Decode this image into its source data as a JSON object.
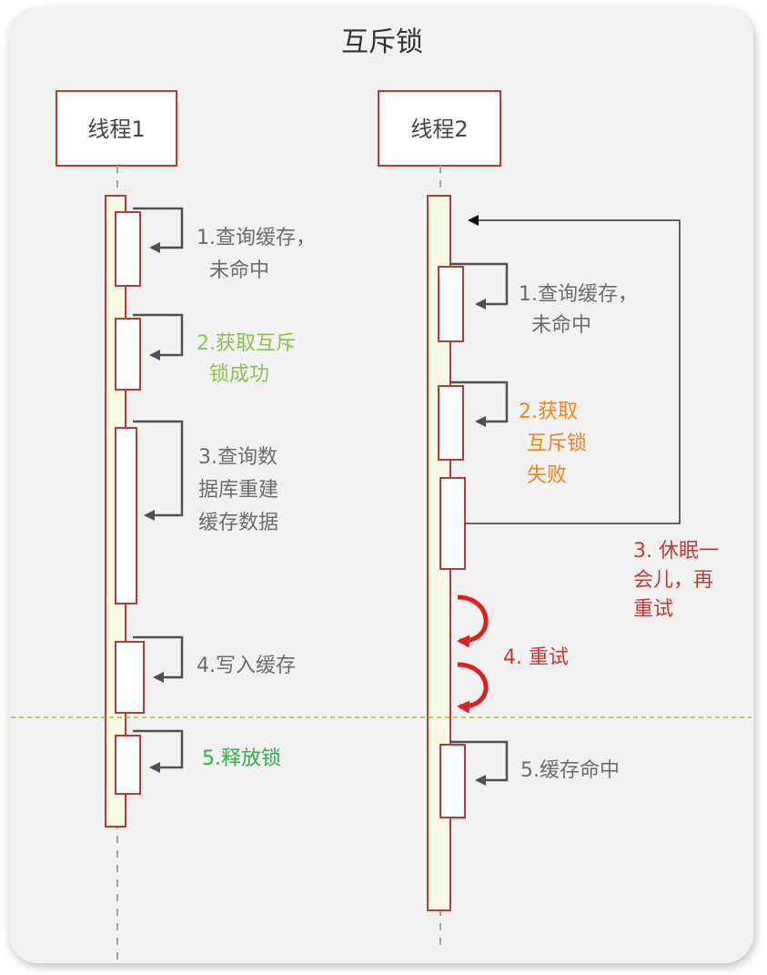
{
  "diagram": {
    "title": "互斥锁",
    "colors": {
      "panel_bg": "#f2f2f2",
      "box_border": "#b63a3a",
      "lifeline_fill": "#fdfbe3",
      "arrow": "#505050",
      "text_gray": "#6b6b6b",
      "text_light_green": "#8bc34a",
      "text_green": "#2db14a",
      "text_orange": "#f0851a",
      "text_red": "#c23a37",
      "retry_red": "#e31e1e",
      "divider": "#9dbb3e"
    },
    "actors": [
      {
        "label": "线程1"
      },
      {
        "label": "线程2"
      }
    ],
    "thread1_steps": [
      {
        "lines": [
          "1.查询缓存，",
          "未命中"
        ],
        "color": "text_gray"
      },
      {
        "lines": [
          "2.获取互斥",
          "锁成功"
        ],
        "color": "text_light_green"
      },
      {
        "lines": [
          "3.查询数",
          "据库重建",
          "缓存数据"
        ],
        "color": "text_gray"
      },
      {
        "lines": [
          "4.写入缓存"
        ],
        "color": "text_gray"
      },
      {
        "lines": [
          "5.释放锁"
        ],
        "color": "text_green"
      }
    ],
    "thread2_steps": [
      {
        "lines": [
          "1.查询缓存，",
          "未命中"
        ],
        "color": "text_gray"
      },
      {
        "lines": [
          "2.获取",
          "互斥锁",
          "失败"
        ],
        "color": "text_orange"
      },
      {
        "lines": [
          "3. 休眠一",
          "会儿，再",
          "重试"
        ],
        "color": "text_red"
      },
      {
        "lines": [
          "4. 重试"
        ],
        "color": "text_red"
      },
      {
        "lines": [
          "5.缓存命中"
        ],
        "color": "text_gray"
      }
    ]
  }
}
